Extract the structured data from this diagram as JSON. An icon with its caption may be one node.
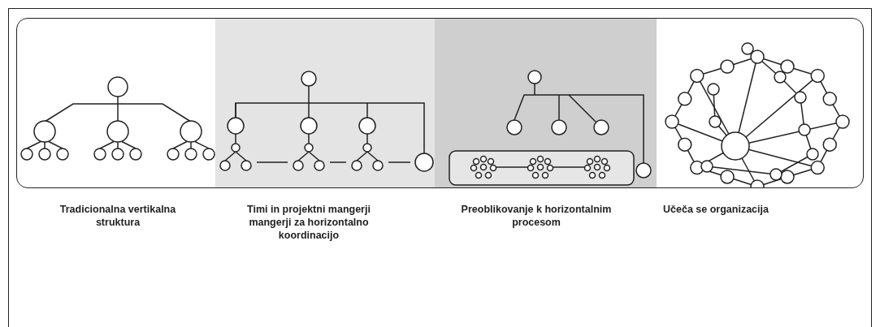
{
  "diagram": {
    "nodes": [
      {
        "text": [
          "Tradicionalna vertikalna struktura"
        ]
      },
      {
        "text": [
          "Timi in projektni mangerji mangerji za horizontalno koordinacijo"
        ]
      },
      {
        "text": [
          "Preoblikovanje k horizontalnim procesom"
        ]
      },
      {
        "text": [
          "Učeča se organizacija"
        ]
      }
    ]
  }
}
